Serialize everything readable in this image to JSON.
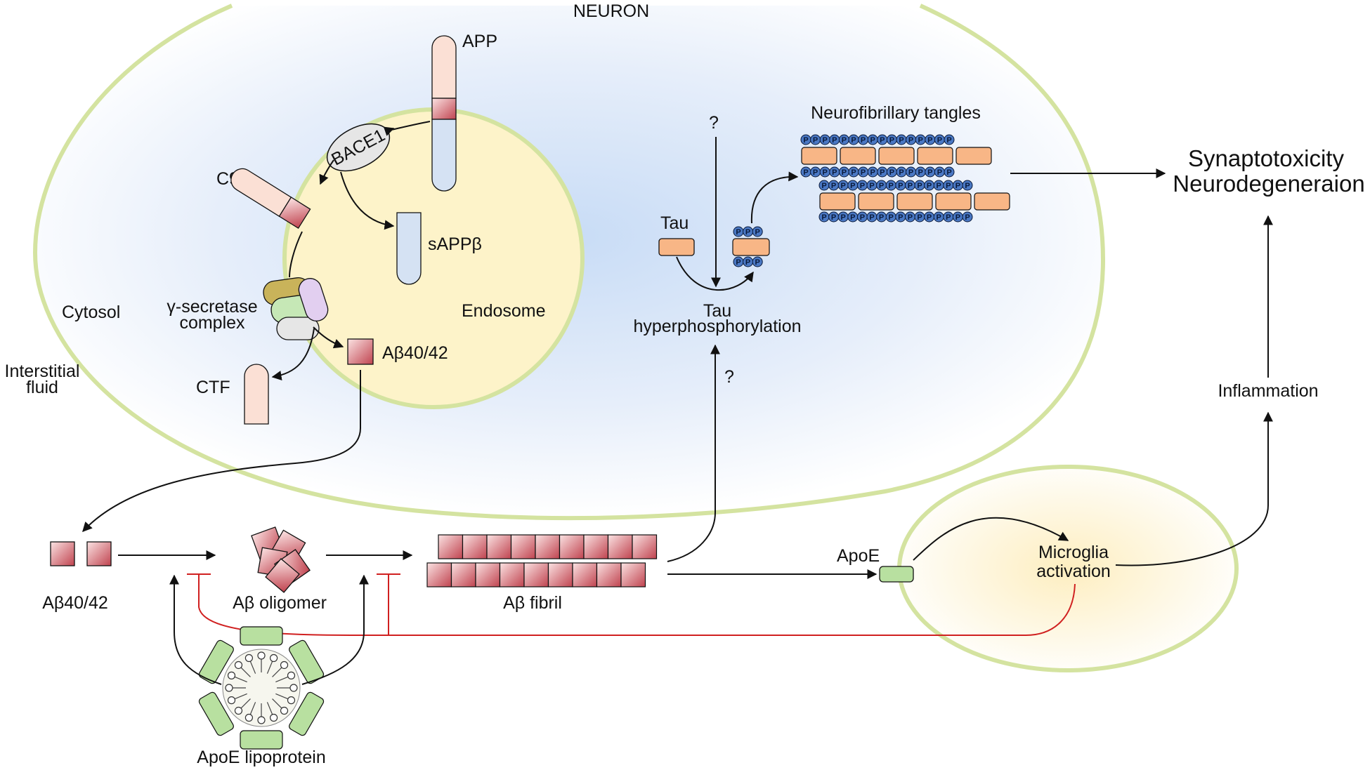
{
  "labels": {
    "neuron": "NEURON",
    "app": "APP",
    "bace1": "BACE1",
    "c99": "C99",
    "sappb": "sAPPβ",
    "cytosol": "Cytosol",
    "gamma_secretase_1": "γ-secretase",
    "gamma_secretase_2": "complex",
    "endosome": "Endosome",
    "abeta_inside": "Aβ40/42",
    "interstitial_1": "Interstitial",
    "interstitial_2": "fluid",
    "ctf": "CTF",
    "question_top": "?",
    "question_mid": "?",
    "tau": "Tau",
    "tau_hyper_1": "Tau",
    "tau_hyper_2": "hyperphosphorylation",
    "nft": "Neurofibrillary tangles",
    "outcome_1": "Synaptotoxicity",
    "outcome_2": "Neurodegeneraion",
    "inflammation": "Inflammation",
    "apoe": "ApoE",
    "microglia_1": "Microglia",
    "microglia_2": "activation",
    "abeta_monomer": "Aβ40/42",
    "abeta_oligomer": "Aβ oligomer",
    "abeta_fibril": "Aβ fibril",
    "apoe_lipoprotein": "ApoE lipoprotein",
    "phospho": "P"
  },
  "colors": {
    "membrane": "#d4e3a0",
    "endosome_fill": "#fdf3c9",
    "cytosol_glow": "#cfe0f7",
    "abeta": "#c4505a",
    "app_pink": "#fbe0d5",
    "app_blue": "#d5e2f3",
    "tau": "#f8b686",
    "phospho": "#4a78c4",
    "apoe_green": "#b8e0a0",
    "gamma_olive": "#c9b35a",
    "gamma_lilac": "#e2cff0",
    "gamma_green": "#c6e8b6",
    "gamma_grey": "#e6e6e6",
    "inhibition": "#d02020"
  }
}
